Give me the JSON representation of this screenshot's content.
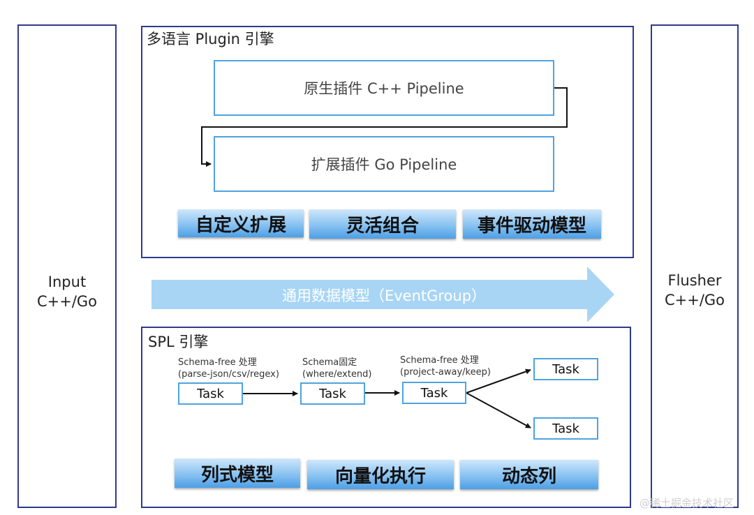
{
  "input": {
    "line1": "Input",
    "line2": "C++/Go"
  },
  "flusher": {
    "line1": "Flusher",
    "line2": "C++/Go"
  },
  "plugin_engine": {
    "title": "多语言 Plugin 引擎",
    "native_pipeline": "原生插件 C++ Pipeline",
    "extension_pipeline": "扩展插件 Go Pipeline",
    "features": [
      "自定义扩展",
      "灵活组合",
      "事件驱动模型"
    ]
  },
  "data_model": {
    "label": "通用数据模型（EventGroup）"
  },
  "spl_engine": {
    "title": "SPL 引擎",
    "stages": [
      {
        "caption_line1": "Schema-free 处理",
        "caption_line2": "(parse-json/csv/regex)",
        "task": "Task"
      },
      {
        "caption_line1": "Schema固定",
        "caption_line2": "(where/extend)",
        "task": "Task"
      },
      {
        "caption_line1": "Schema-free 处理",
        "caption_line2": "(project-away/keep)",
        "task": "Task"
      }
    ],
    "branch_tasks": [
      "Task",
      "Task"
    ],
    "features": [
      "列式模型",
      "向量化执行",
      "动态列"
    ]
  },
  "watermark": "@稀土掘金技术社区",
  "colors": {
    "frame": "#2d3a8c",
    "box_border": "#4fa3e0",
    "feature_fill": "#4d9fe6",
    "data_model_arrow": "#a9d5f5"
  }
}
